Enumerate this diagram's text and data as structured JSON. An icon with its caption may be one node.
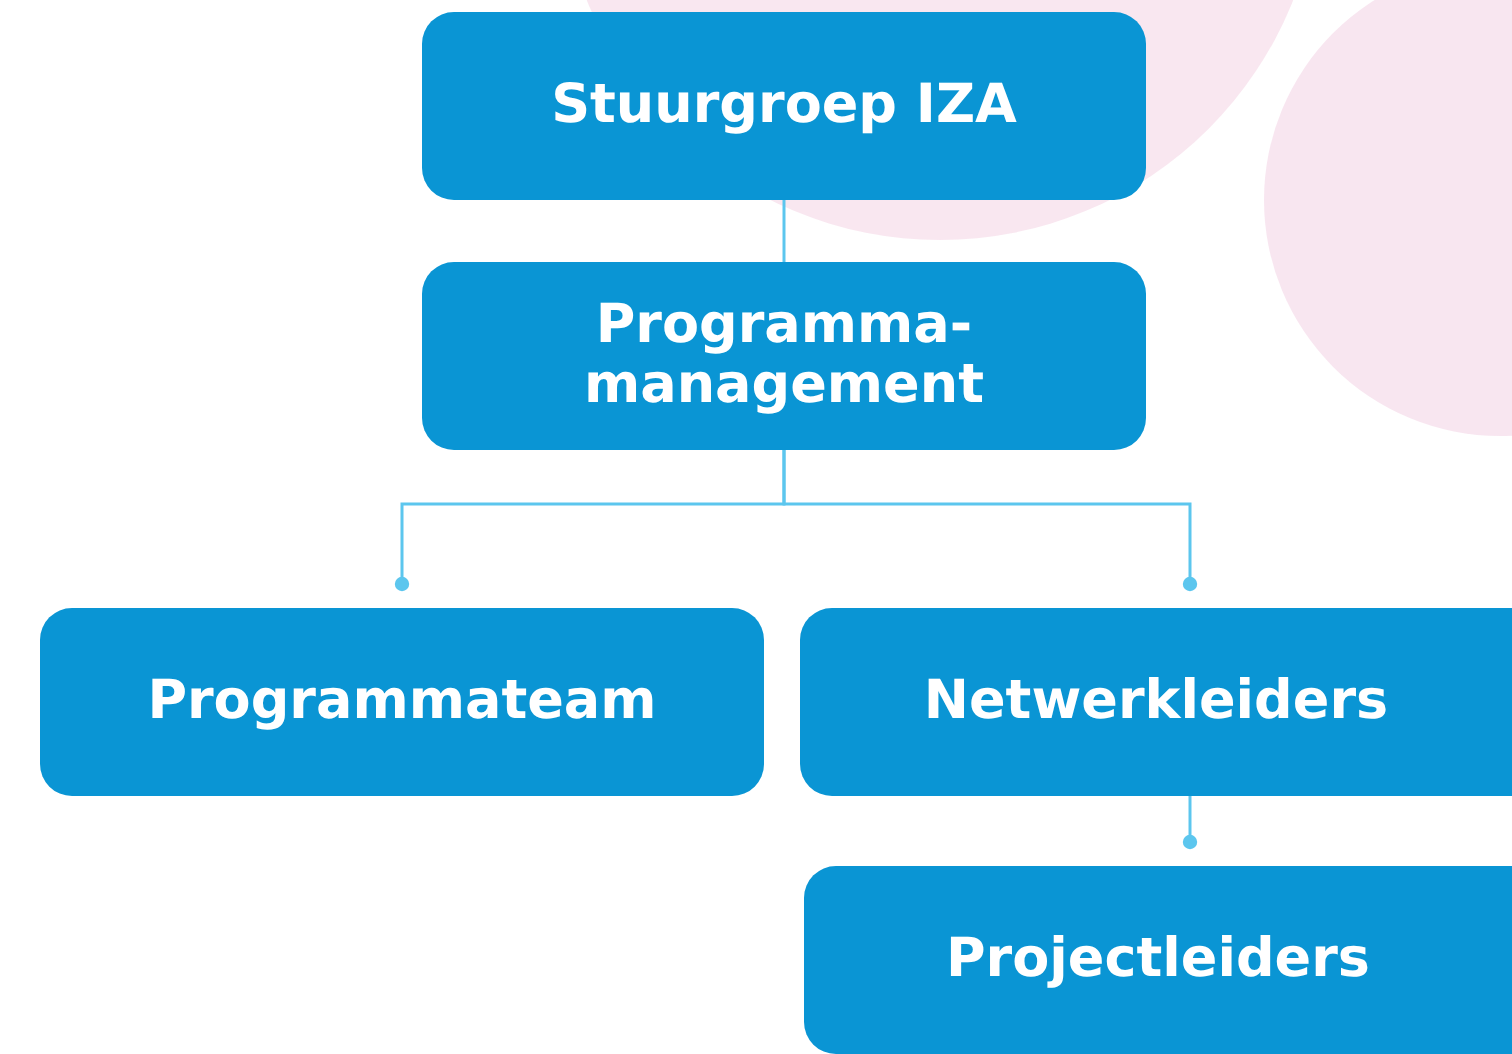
{
  "diagram": {
    "nodes": [
      {
        "text": [
          "Stuurgroep IZA"
        ]
      },
      {
        "text": [
          "Programma- management"
        ]
      },
      {
        "text": [
          "Programmateam"
        ]
      },
      {
        "text": [
          "Netwerkleiders"
        ]
      },
      {
        "text": [
          "Projectleiders"
        ]
      }
    ],
    "edges": [
      {
        "from": 0,
        "to": 1,
        "arrow": "none"
      },
      {
        "from": 1,
        "to": 2,
        "arrow": "other"
      },
      {
        "from": 1,
        "to": 3,
        "arrow": "other"
      },
      {
        "from": 3,
        "to": 4,
        "arrow": "other"
      }
    ]
  }
}
